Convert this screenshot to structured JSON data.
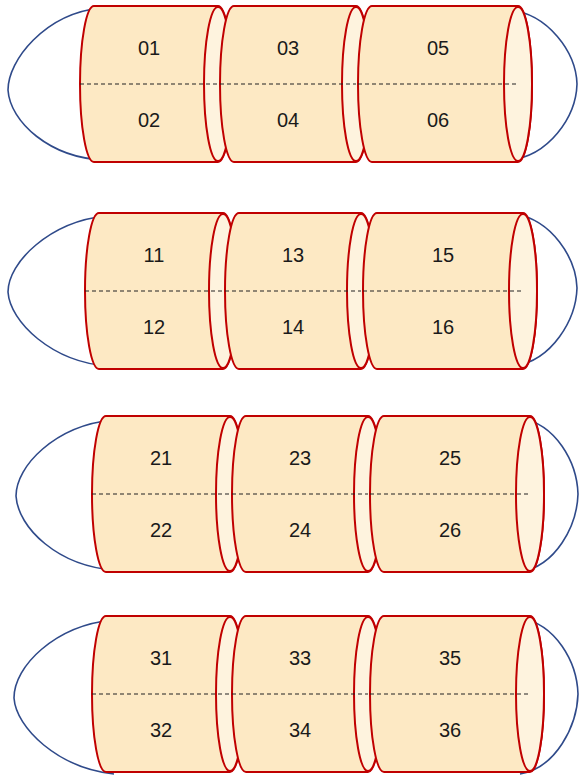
{
  "diagram": {
    "nodes": [
      {
        "text": [
          "01",
          "02"
        ]
      },
      {
        "text": [
          "03",
          "04"
        ]
      },
      {
        "text": [
          "05",
          "06"
        ]
      },
      {
        "text": [
          "11",
          "12"
        ]
      },
      {
        "text": [
          "13",
          "14"
        ]
      },
      {
        "text": [
          "15",
          "16"
        ]
      },
      {
        "text": [
          "21",
          "22"
        ]
      },
      {
        "text": [
          "23",
          "24"
        ]
      },
      {
        "text": [
          "25",
          "26"
        ]
      },
      {
        "text": [
          "31",
          "32"
        ]
      },
      {
        "text": [
          "33",
          "34"
        ]
      },
      {
        "text": [
          "35",
          "36"
        ]
      }
    ]
  }
}
